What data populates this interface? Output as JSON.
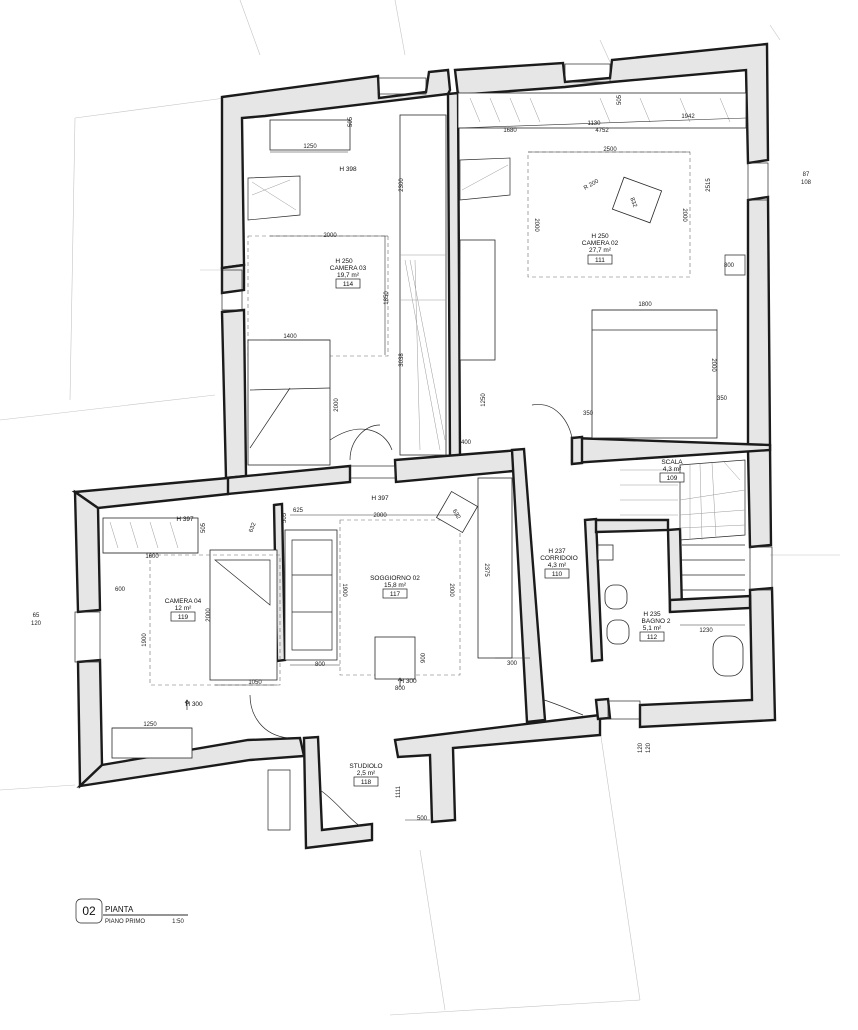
{
  "rooms": [
    {
      "name": "CAMERA 03",
      "height": "H 250",
      "area": "19,7 m²",
      "code": "114"
    },
    {
      "name": "CAMERA 02",
      "height": "H 250",
      "area": "27,7 m²",
      "code": "111"
    },
    {
      "name": "SOGGIORNO 02",
      "height": "",
      "area": "15,8 m²",
      "code": "117"
    },
    {
      "name": "CAMERA 04",
      "height": "",
      "area": "12 m²",
      "code": "119"
    },
    {
      "name": "CORRIDOIO",
      "height": "H 237",
      "area": "4,3 m²",
      "code": "110"
    },
    {
      "name": "SCALA",
      "height": "",
      "area": "4,3 m²",
      "code": "109"
    },
    {
      "name": "BAGNO 2",
      "height": "H 235",
      "area": "5,1 m²",
      "code": "112"
    },
    {
      "name": "STUDIOLO",
      "height": "",
      "area": "2,5 m²",
      "code": "118"
    }
  ],
  "heights": [
    "H 398",
    "H 397",
    "H 397",
    "H 300",
    "H 300"
  ],
  "dimensions": [
    "1250",
    "505",
    "2300",
    "2000",
    "1850",
    "1400",
    "2000",
    "3038",
    "1680",
    "1130",
    "4752",
    "1942",
    "505",
    "2500",
    "2515",
    "R 200",
    "832",
    "2000",
    "2000",
    "800",
    "1800",
    "2000",
    "350",
    "350",
    "1250",
    "400",
    "505",
    "1600",
    "600",
    "1900",
    "2000",
    "1050",
    "1250",
    "625",
    "505",
    "2000",
    "1900",
    "2000",
    "800",
    "900",
    "800",
    "2375",
    "300",
    "632",
    "632",
    "1230",
    "1111",
    "500",
    "87",
    "108",
    "65",
    "120",
    "120",
    "120"
  ],
  "title_block": {
    "number": "02",
    "title": "PIANTA",
    "subtitle": "PIANO PRIMO",
    "scale": "1:50"
  }
}
